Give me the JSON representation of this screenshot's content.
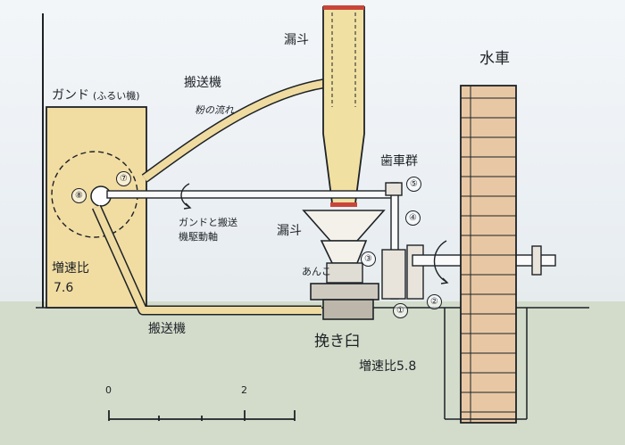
{
  "labels": {
    "funnel_top": "漏斗",
    "conveyor_upper": "搬送機",
    "sieve_machine": "ガンド",
    "sieve_machine_sub": "(ふるい機)",
    "flour_flow": "粉の流れ",
    "water_wheel": "水車",
    "gear_group": "歯車群",
    "drive_shaft_line1": "ガンドと搬送",
    "drive_shaft_line2": "機駆動軸",
    "funnel_lower": "漏斗",
    "anko": "あんこ",
    "speed_ratio_left_label": "増速比",
    "speed_ratio_left_value": "7.6",
    "conveyor_lower": "搬送機",
    "mortar": "挽き臼",
    "speed_ratio_right": "増速比5.8"
  },
  "numbers": [
    "①",
    "②",
    "③",
    "④",
    "⑤",
    "⑦",
    "⑧"
  ],
  "scale": {
    "start": "0",
    "end": "2"
  },
  "colors": {
    "wheel": "#e9c9a6",
    "hopper": "#efe0a0",
    "ground": "#cfd9c6",
    "line": "#1d2226",
    "rim_red": "#c9453a"
  }
}
